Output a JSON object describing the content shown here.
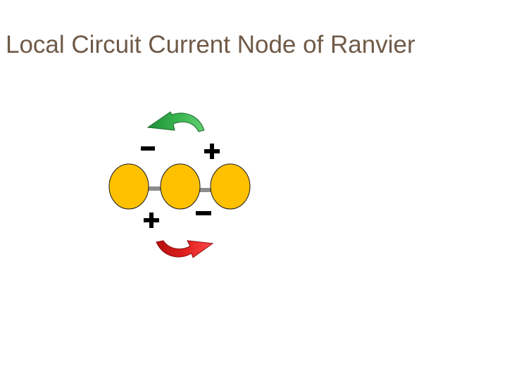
{
  "slide": {
    "title": "Local Circuit Current Node of Ranvier"
  },
  "diagram": {
    "colors": {
      "title_text": "#6f5a47",
      "node_fill": "#ffc000",
      "node_stroke": "#1a1a1a",
      "connector": "#8c8c8c",
      "arrow_top": "#2ca848",
      "arrow_bottom": "#e01e1e",
      "sign": "#000000"
    },
    "nodes": [
      "node-left",
      "node-middle",
      "node-right"
    ],
    "charges_top": [
      "−",
      "+"
    ],
    "charges_bottom": [
      "+",
      "−"
    ],
    "icons": {
      "top_arrow": "curved-arrow-left-icon",
      "bottom_arrow": "curved-arrow-right-icon"
    }
  }
}
